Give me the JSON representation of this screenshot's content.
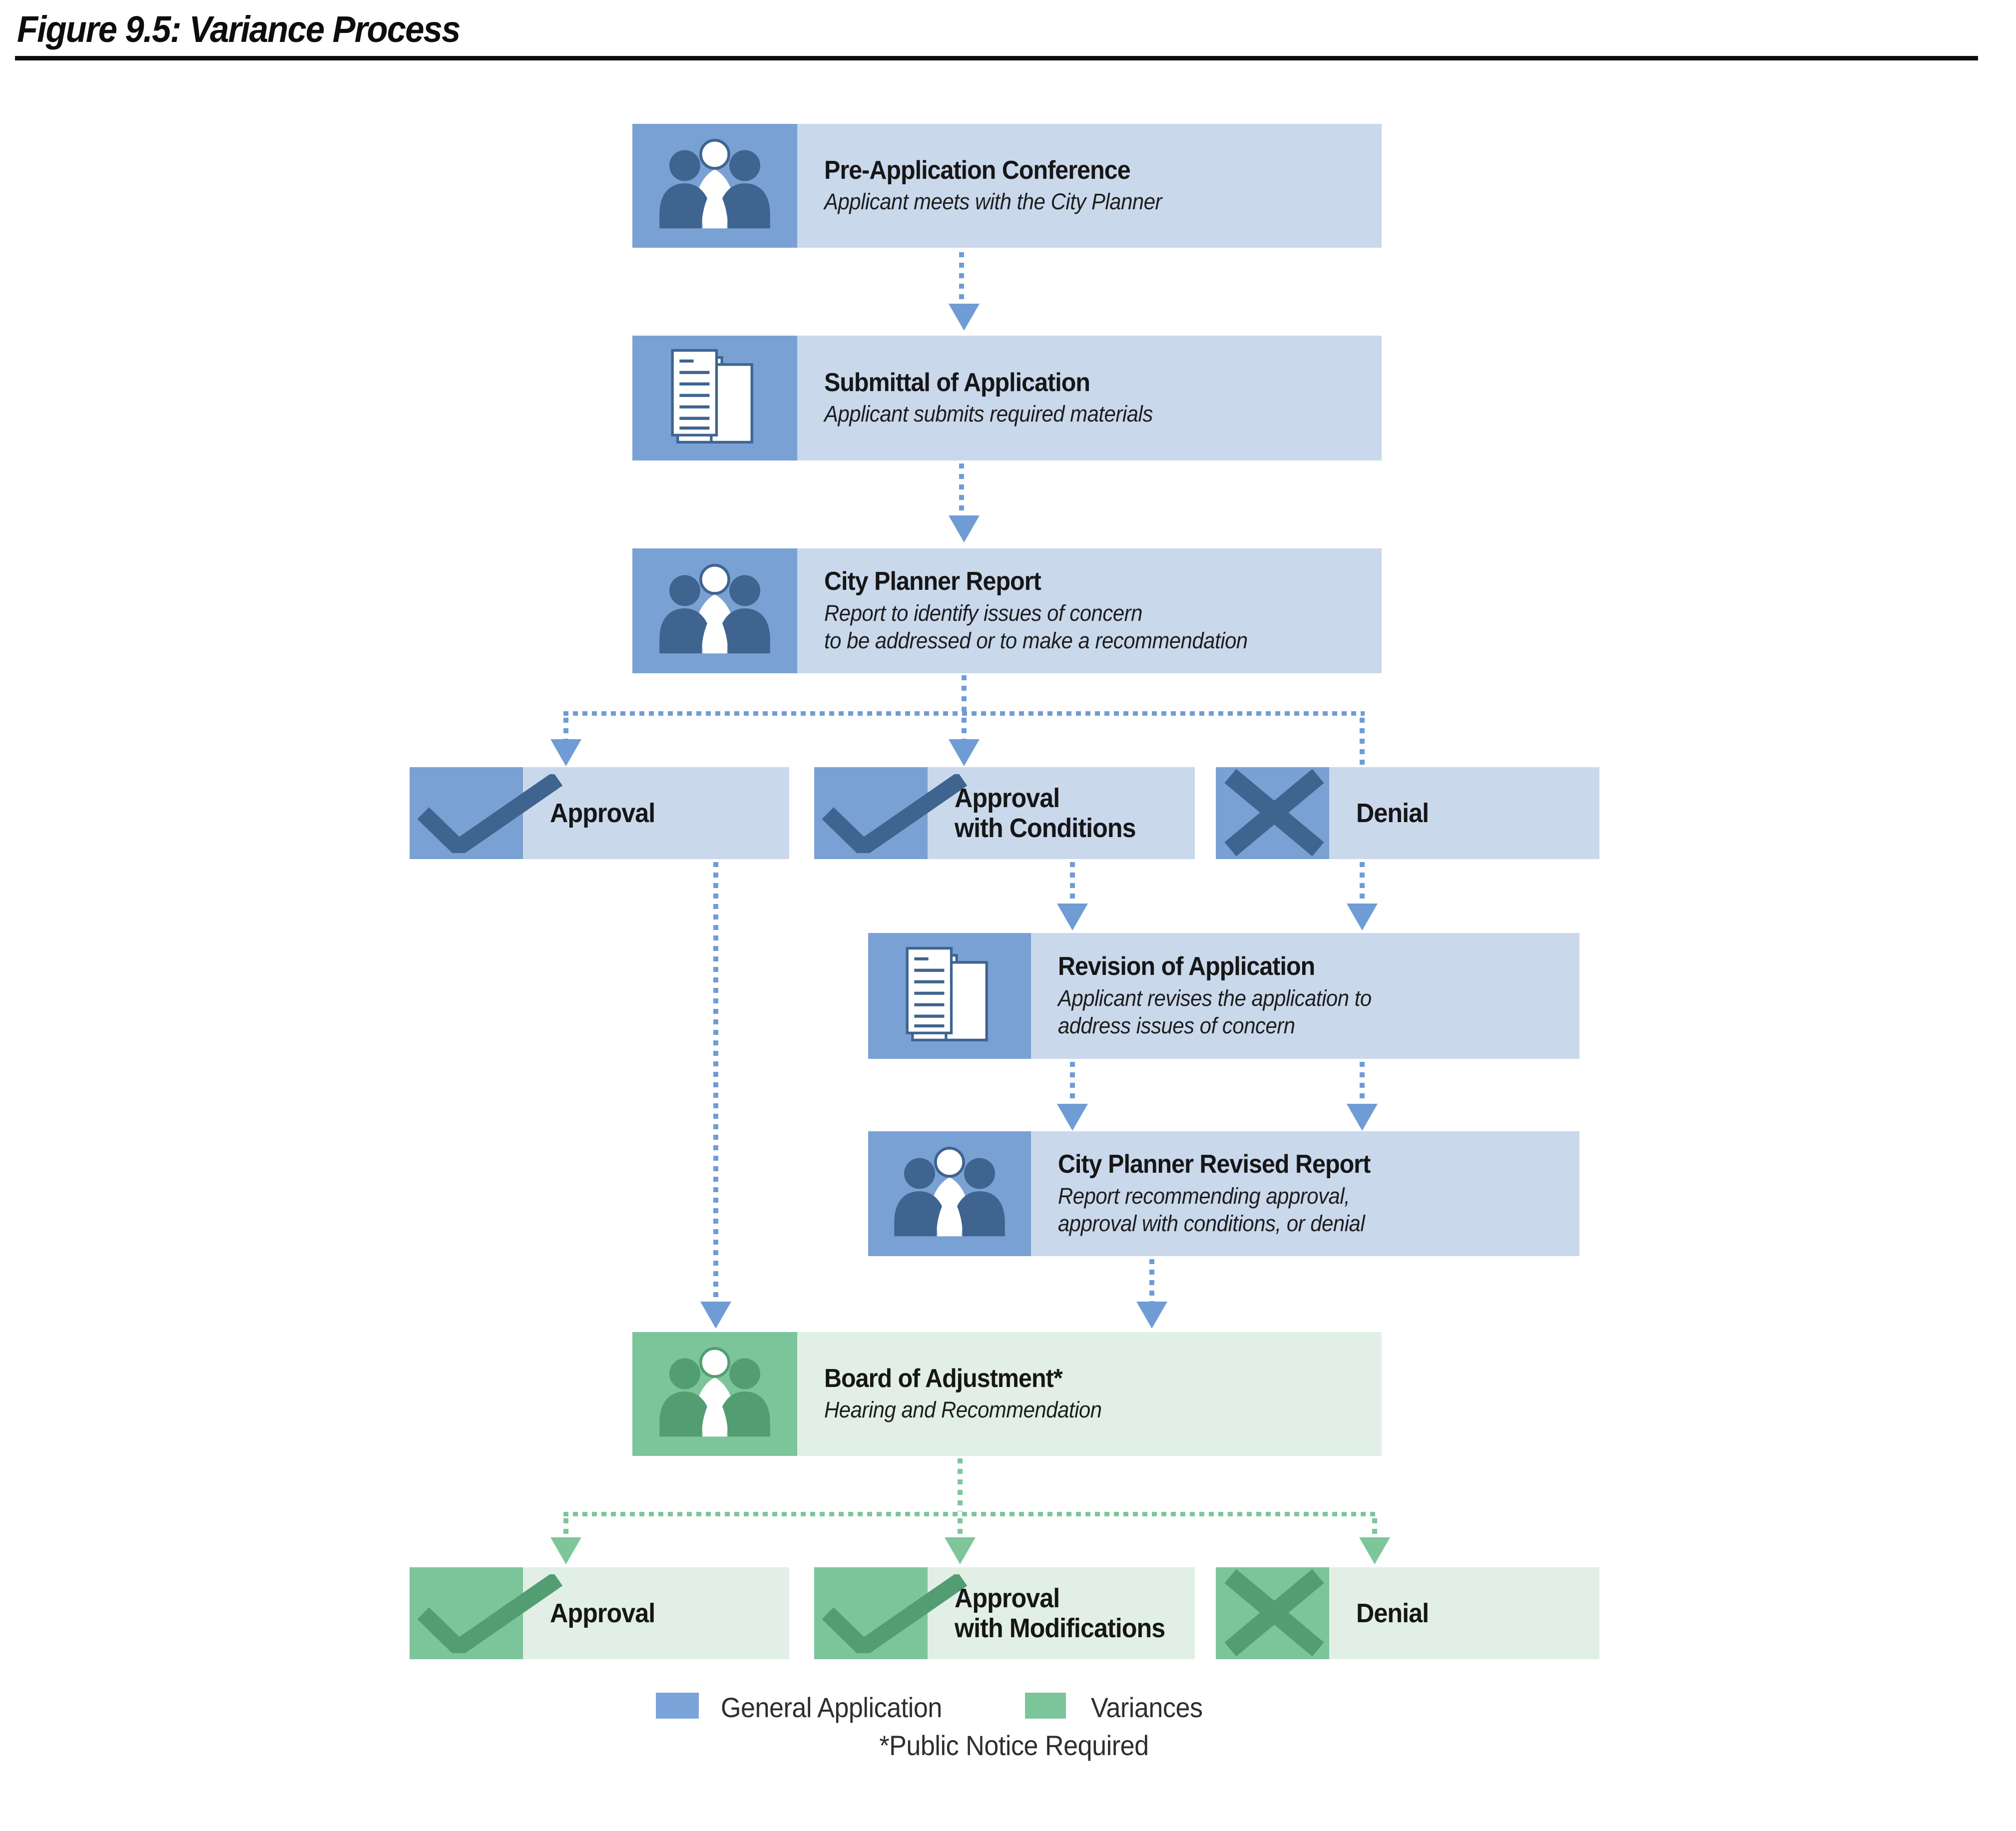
{
  "figure_title": "Figure 9.5: Variance Process",
  "palette": {
    "blue-icon": "#7AA1D3",
    "blue-box": "#CAD8EC",
    "blue-dark": "#3F648F",
    "blue-arrow": "#6F9CD4",
    "green-icon": "#7CC59B",
    "green-box": "#E1EFE6",
    "green-dark": "#539D72",
    "green-arrow": "#7CC69A"
  },
  "flow": {
    "steps": [
      {
        "title": "Pre-Application Conference",
        "subtitle": "Applicant meets with the City Planner",
        "icon": "people-icon",
        "scheme": "blue"
      },
      {
        "title": "Submittal of Application",
        "subtitle": "Applicant submits required materials",
        "icon": "documents-icon",
        "scheme": "blue"
      },
      {
        "title": "City Planner Report",
        "subtitle": "Report to identify issues of concern\nto be addressed or to make a recommendation",
        "icon": "people-icon",
        "scheme": "blue"
      },
      {
        "title": "Revision of Application",
        "subtitle": "Applicant revises the application to\naddress issues of concern",
        "icon": "documents-icon",
        "scheme": "blue"
      },
      {
        "title": "City Planner Revised Report",
        "subtitle": "Report recommending approval,\napproval with conditions, or denial",
        "icon": "people-icon",
        "scheme": "blue"
      },
      {
        "title": "Board of Adjustment*",
        "subtitle": "Hearing and Recommendation",
        "icon": "people-icon",
        "scheme": "green"
      }
    ],
    "city_planner_outcomes": [
      {
        "label": "Approval",
        "icon": "check-icon"
      },
      {
        "label": "Approval\nwith Conditions",
        "icon": "check-icon"
      },
      {
        "label": "Denial",
        "icon": "x-icon"
      }
    ],
    "board_outcomes": [
      {
        "label": "Approval",
        "icon": "check-icon"
      },
      {
        "label": "Approval\nwith Modifications",
        "icon": "check-icon"
      },
      {
        "label": "Denial",
        "icon": "x-icon"
      }
    ]
  },
  "legend": {
    "items": [
      {
        "label": "General Application",
        "color": "#7BA4DB"
      },
      {
        "label": "Variances",
        "color": "#7CC59B"
      }
    ],
    "footnote": "*Public Notice Required"
  }
}
